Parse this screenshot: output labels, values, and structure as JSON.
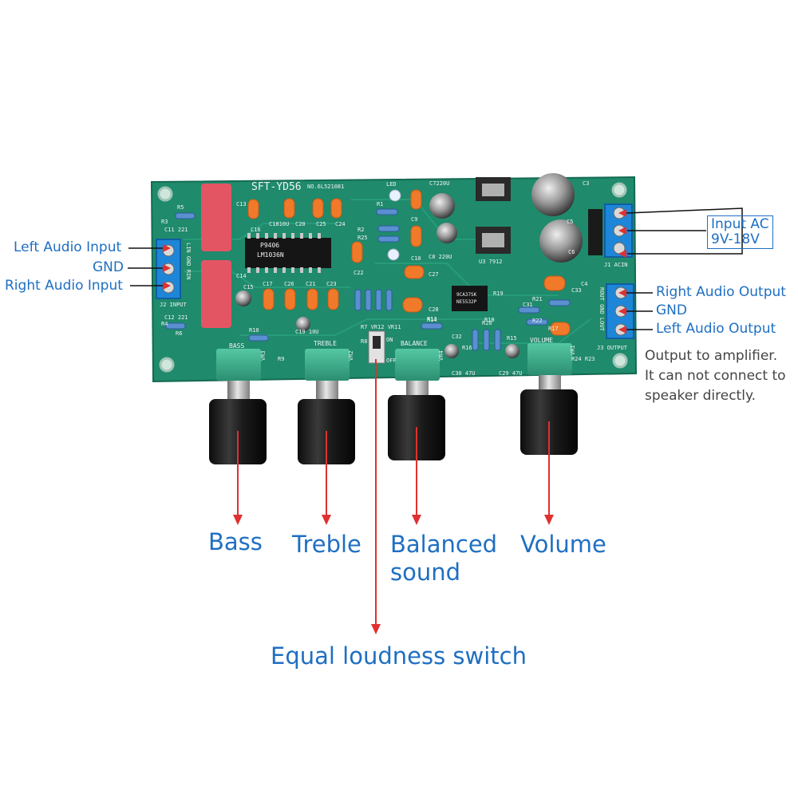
{
  "board": {
    "model_label": "SFT-YD56",
    "serial_label": "NO.6L521081",
    "ic_main_label": "LM1036N",
    "ic_main_sub": "P9406",
    "ic_opamp_label": "NE5532P",
    "ic_opamp_sub": "9CA37SK",
    "regulator_label": "U3 7912",
    "input_connector_label": "J2 INPUT",
    "input_pins_label": "LIN GND RIN",
    "ac_connector_label": "J1 ACIN",
    "output_connector_label": "J3 OUTPUT",
    "output_pins_label": "ROUT GND LOUT",
    "switch_on": "ON",
    "switch_off": "OFF",
    "pot_labels": [
      "BASS",
      "TREBLE",
      "BALANCE",
      "VOLUME"
    ],
    "pot_refs": [
      "VR3",
      "VR2",
      "VR4",
      "VR1"
    ],
    "parts": [
      "C13",
      "C14",
      "C16",
      "C1810U",
      "C20",
      "C25",
      "C24",
      "C15",
      "C17",
      "C26",
      "C21",
      "C23",
      "C19 10U",
      "C11 221",
      "C12 221",
      "R5",
      "R3",
      "R4",
      "R6",
      "R10",
      "R9",
      "R1",
      "R2",
      "R25",
      "R8",
      "C9",
      "C10",
      "C22",
      "C27",
      "C28",
      "C7220U",
      "C8 220U",
      "C3",
      "C4",
      "C5",
      "C6",
      "C29 47U",
      "C30 47U",
      "C31",
      "C32",
      "C33",
      "R7 VR12 VR11",
      "R13",
      "R14",
      "R15",
      "R16",
      "R17",
      "R18",
      "R19",
      "R20",
      "R21",
      "R22",
      "R24 R23",
      "LED"
    ],
    "colors": {
      "pcb": "#1f8a6c",
      "pcb_dark": "#146a52",
      "relay": "#e45563",
      "cap": "#f07a2a",
      "blue": "#1f6fc2",
      "arrow": "#e03030"
    }
  },
  "callouts": {
    "left_audio_input": "Left Audio Input",
    "gnd_input": "GND",
    "right_audio_input": "Right Audio Input",
    "input_ac_line1": "Input AC",
    "input_ac_line2": "9V-18V",
    "right_audio_output": "Right Audio Output",
    "gnd_output": "GND",
    "left_audio_output": "Left Audio Output",
    "output_note": [
      "Output to amplifier.",
      "It can not connect to",
      "speaker directly."
    ]
  },
  "controls": {
    "bass": "Bass",
    "treble": "Treble",
    "balanced_line1": "Balanced",
    "balanced_line2": "sound",
    "volume": "Volume",
    "equal_loudness": "Equal loudness switch"
  }
}
